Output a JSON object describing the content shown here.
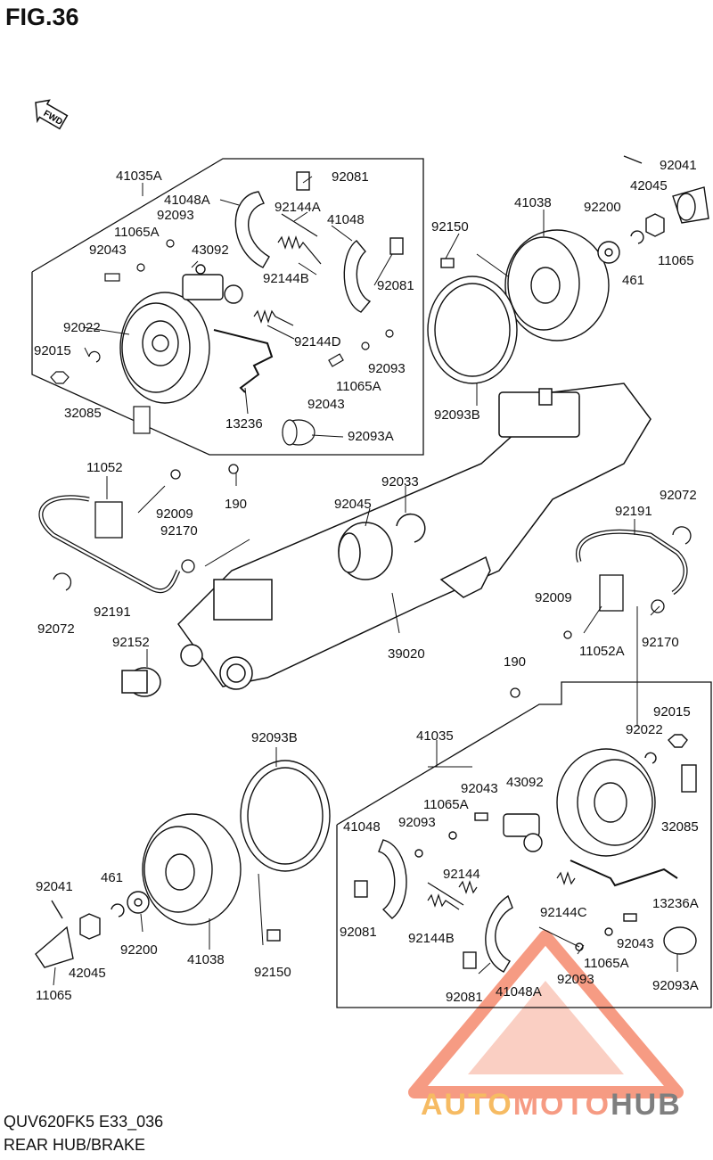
{
  "figure": {
    "title": "FIG.36"
  },
  "footer": {
    "model_code": "QUV620FK5 E33_036",
    "section_name": "REAR HUB/BRAKE"
  },
  "direction_marker": {
    "text": "FWD",
    "icon": "arrow-left-icon"
  },
  "watermark": {
    "part1": "AUTO",
    "part2": "MOTO",
    "part3": "HUB",
    "color_main": "#f47a5a",
    "color_accent": "#f3a530",
    "color_dark": "#555555"
  },
  "part_labels": {
    "p41035A": "41035A",
    "p41048A_top": "41048A",
    "p92093_top": "92093",
    "p11065A_top": "11065A",
    "p92043_top": "92043",
    "p43092_top": "43092",
    "p92081_top1": "92081",
    "p92144A": "92144A",
    "p41048_top": "41048",
    "p92144B_top": "92144B",
    "p92081_top2": "92081",
    "p92022_top": "92022",
    "p92015_top": "92015",
    "p92144D": "92144D",
    "p92093_top2": "92093",
    "p92043_top2": "92043",
    "p11065A_top2": "11065A",
    "p32085_top": "32085",
    "p13236": "13236",
    "p92093A_top": "92093A",
    "p92150_top": "92150",
    "p41038_top": "41038",
    "p92200_top": "92200",
    "p42045_top": "42045",
    "p92041_top": "92041",
    "p461_top": "461",
    "p11065_top": "11065",
    "p92093B_top": "92093B",
    "p11052": "11052",
    "p92009_left": "92009",
    "p190_top": "190",
    "p92170_left": "92170",
    "p92045": "92045",
    "p92033": "92033",
    "p92072_left": "92072",
    "p92191_left": "92191",
    "p92152": "92152",
    "p39020": "39020",
    "p92191_right": "92191",
    "p92072_right": "92072",
    "p92009_right": "92009",
    "p11052A": "11052A",
    "p92170_right": "92170",
    "p190_mid": "190",
    "p92015_bot": "92015",
    "p92022_bot": "92022",
    "p92093B_bot": "92093B",
    "p41035": "41035",
    "p92043_bot": "92043",
    "p43092_bot": "43092",
    "p11065A_bot": "11065A",
    "p41048_bot": "41048",
    "p92093_bot": "92093",
    "p32085_bot": "32085",
    "p92144": "92144",
    "p92144C": "92144C",
    "p13236A": "13236A",
    "p92081_bot1": "92081",
    "p92144B_bot": "92144B",
    "p92043_bot2": "92043",
    "p11065A_bot2": "11065A",
    "p92081_bot2": "92081",
    "p41048A_bot": "41048A",
    "p92093_bot2": "92093",
    "p92093A_bot": "92093A",
    "p92041_bot": "92041",
    "p461_bot": "461",
    "p92200_bot": "92200",
    "p41038_bot": "41038",
    "p92150_bot": "92150",
    "p42045_bot": "42045",
    "p11065_bot": "11065"
  }
}
